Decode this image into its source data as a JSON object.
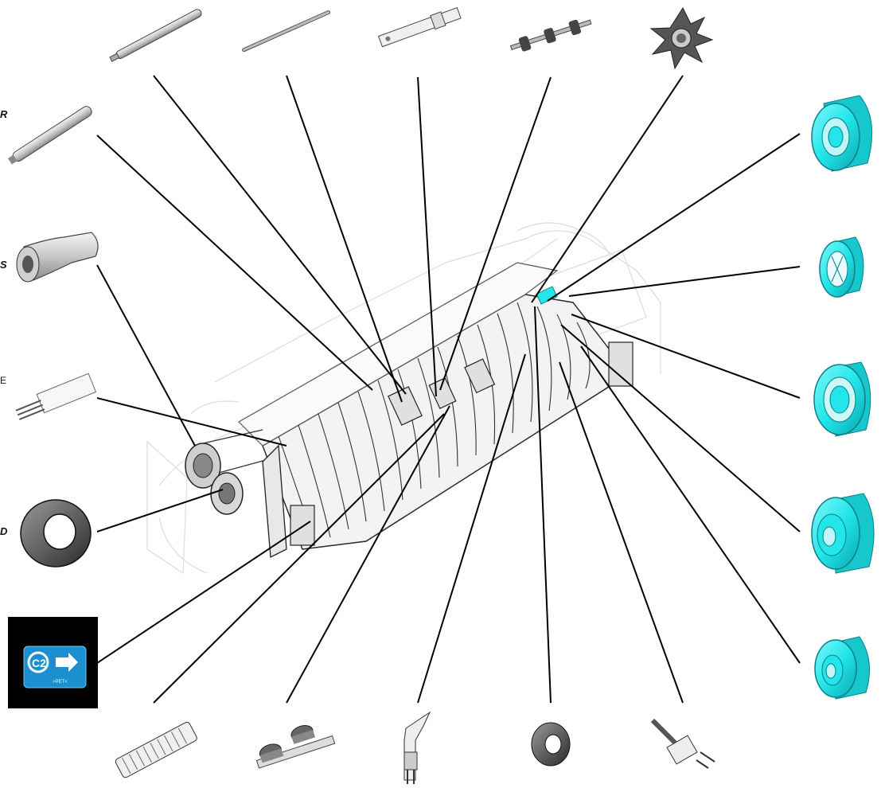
{
  "diagram": {
    "edge_labels": [
      {
        "text": "R"
      },
      {
        "text": "S"
      },
      {
        "text": "E"
      },
      {
        "text": "D"
      }
    ],
    "badge": {
      "logo_text": "C2",
      "sub_text": ">PET<"
    },
    "colors": {
      "background": "#ffffff",
      "leader_line": "#000000",
      "part_outline": "#1a1a1a",
      "part_fill": "#e6e6e6",
      "bearing_cyan": "#22e6ea",
      "bearing_dark": "#0b7f86",
      "badge_bg": "#000000",
      "badge_card": "#1b8fd0",
      "ring_dark": "#3a3a3a"
    }
  }
}
